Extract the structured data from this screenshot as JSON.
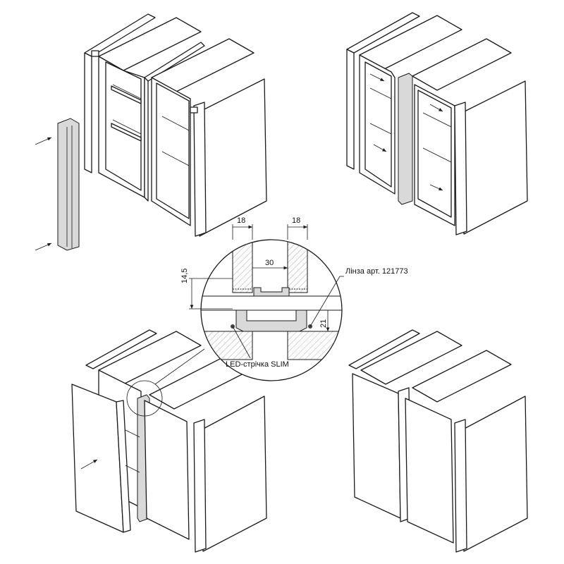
{
  "detail": {
    "dims": {
      "left_panel": "18",
      "right_panel": "18",
      "gap": "30",
      "profile_height": "14,5",
      "led_depth": "21"
    },
    "labels": {
      "lens": "Лінза арт. 121773",
      "led": "LED-стрічка SLIM"
    }
  },
  "colors": {
    "line": "#1a1a1a",
    "profile_fill": "#d9d9d9",
    "hatch": "#777777"
  }
}
